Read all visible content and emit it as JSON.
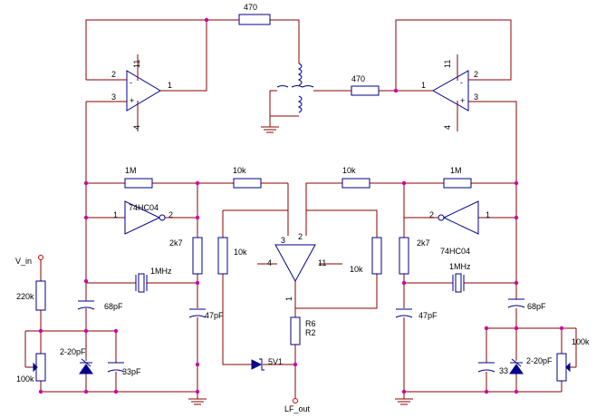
{
  "labels": {
    "r_top": "470",
    "r_mid": "470",
    "r_1m_left": "1M",
    "r_10k_left": "10k",
    "r_10k_right": "10k",
    "r_1m_right": "1M",
    "inv_left": "74HC04",
    "inv_right": "74HC04",
    "inv_left_pin1": "1",
    "inv_left_pin2": "2",
    "inv_right_pin2": "2",
    "inv_right_pin1": "1",
    "r_2k7_left": "2k7",
    "r_10k_vert_left": "10k",
    "r_10k_vert_right": "10k",
    "r_2k7_right": "2k7",
    "xtal_left": "1MHz",
    "xtal_right": "1MHz",
    "c_68p_left": "68pF",
    "c_68p_right": "68pF",
    "c_47p_left": "47pF",
    "c_47p_right": "47pF",
    "vin": "V_in",
    "r_220k": "220k",
    "trim_left": "2-20pF",
    "trim_right": "2-20pF",
    "c_33p_left": "33pF",
    "c_33p_right": "33",
    "pot_left": "100k",
    "pot_right": "100k",
    "r6": "R6",
    "r2": "R2",
    "zener": "5V1",
    "lf_out": "LF_out",
    "opa_left_p2": "2",
    "opa_left_p3": "3",
    "opa_left_p1": "1",
    "opa_left_p11": "11",
    "opa_left_p4": "4",
    "opa_right_p2": "2",
    "opa_right_p3": "3",
    "opa_right_p1": "1",
    "opa_right_p11": "11",
    "opa_right_p4": "4",
    "comp_p3": "3",
    "comp_p2": "2",
    "comp_p4": "4",
    "comp_p11": "11",
    "comp_p1": "1",
    "minus": "-",
    "plus": "+"
  }
}
